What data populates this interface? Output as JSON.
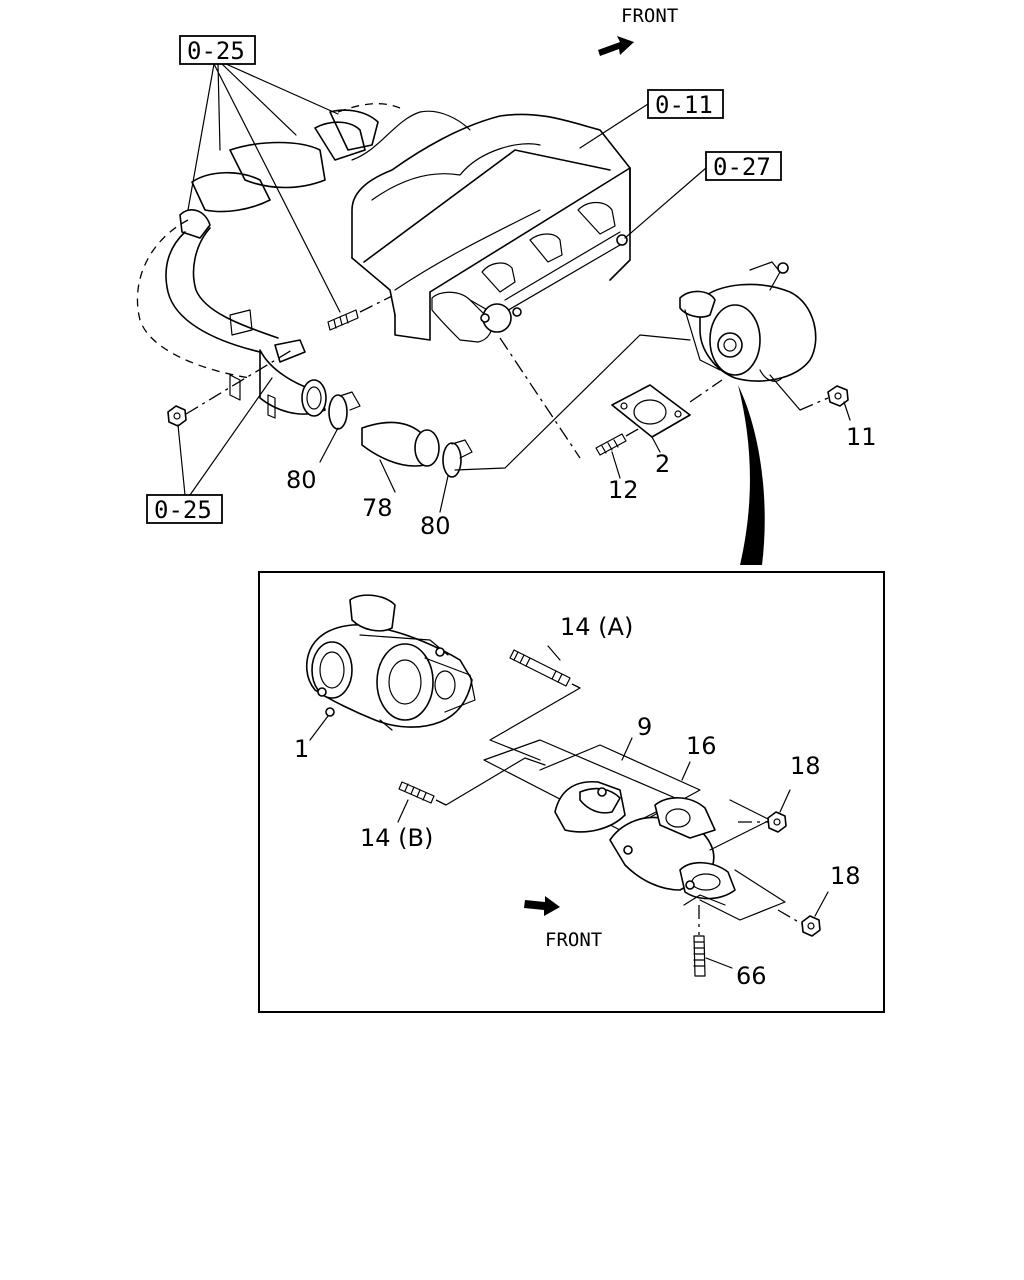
{
  "directions": {
    "front_top": "FRONT",
    "front_inset": "FRONT"
  },
  "reference_boxes": {
    "ref_top_left": "0-25",
    "ref_manifold": "0-11",
    "ref_exhaust": "0-27",
    "ref_bottom_left": "0-25"
  },
  "callouts": {
    "p11": "11",
    "p2": "2",
    "p12": "12",
    "p80a": "80",
    "p78": "78",
    "p80b": "80",
    "p1": "1",
    "p14a": "14 (A)",
    "p14b": "14 (B)",
    "p9": "9",
    "p16": "16",
    "p18a": "18",
    "p18b": "18",
    "p66": "66"
  }
}
